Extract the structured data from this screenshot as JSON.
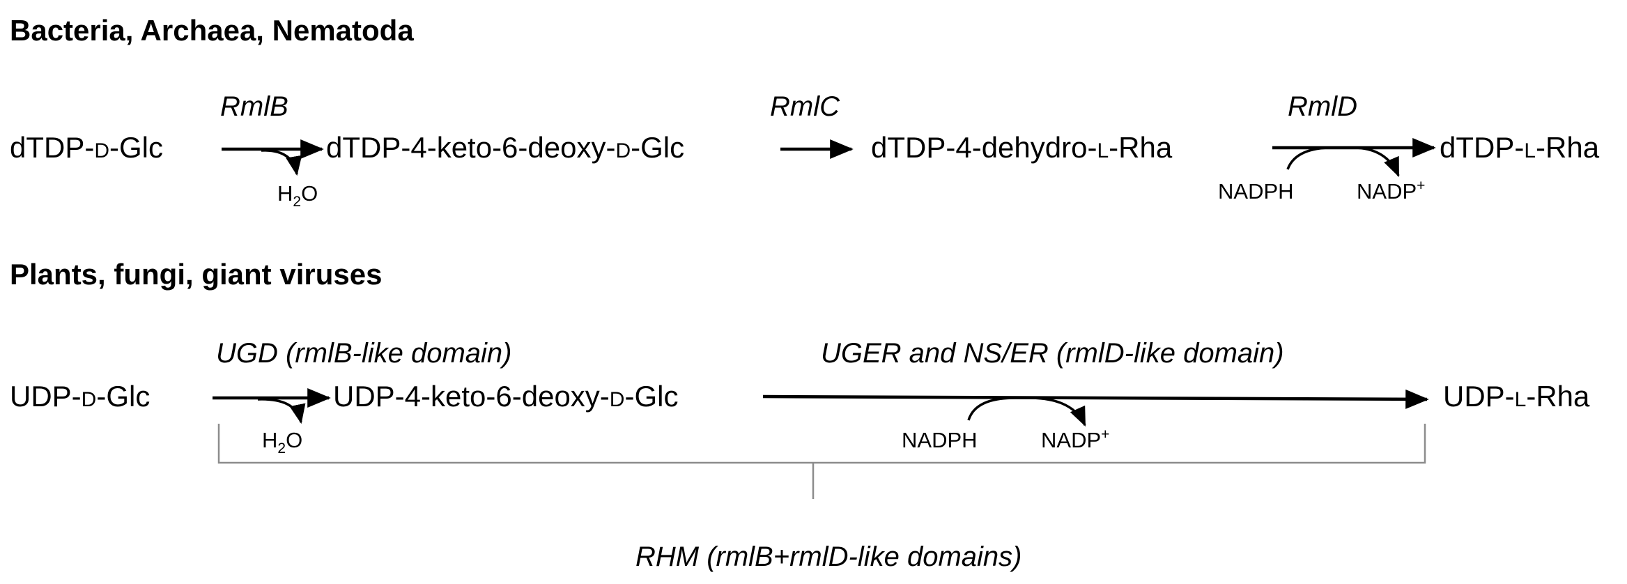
{
  "sections": [
    {
      "header": "Bacteria, Archaea, Nematoda",
      "compounds": [
        {
          "prefix": "dTDP-",
          "config": "D",
          "suffix": "-Glc"
        },
        {
          "prefix": "dTDP-4-keto-6-deoxy-",
          "config": "D",
          "suffix": "-Glc"
        },
        {
          "prefix": "dTDP-4-dehydro-",
          "config": "L",
          "suffix": "-Rha"
        },
        {
          "prefix": "dTDP-",
          "config": "L",
          "suffix": "-Rha"
        }
      ],
      "enzymes": [
        "RmlB",
        "RmlC",
        "RmlD"
      ],
      "cofactors": {
        "water": {
          "pre": "H",
          "sub": "2",
          "post": "O"
        },
        "nadph": "NADPH",
        "nadp": {
          "base": "NADP",
          "sup": "+"
        }
      }
    },
    {
      "header": "Plants, fungi, giant viruses",
      "compounds": [
        {
          "prefix": "UDP-",
          "config": "D",
          "suffix": "-Glc"
        },
        {
          "prefix": "UDP-4-keto-6-deoxy-",
          "config": "D",
          "suffix": "-Glc"
        },
        {
          "prefix": "UDP-",
          "config": "L",
          "suffix": "-Rha"
        }
      ],
      "enzymes": [
        "UGD (rmlB-like domain)",
        "UGER and NS/ER (rmlD-like domain)"
      ],
      "cofactors": {
        "water": {
          "pre": "H",
          "sub": "2",
          "post": "O"
        },
        "nadph": "NADPH",
        "nadp": {
          "base": "NADP",
          "sup": "+"
        }
      },
      "bracket_label": "RHM (rmlB+rmlD-like domains)"
    }
  ],
  "colors": {
    "text": "#111111",
    "arrow": "#000000",
    "bracket": "#8c8c8c",
    "background": "#ffffff"
  }
}
